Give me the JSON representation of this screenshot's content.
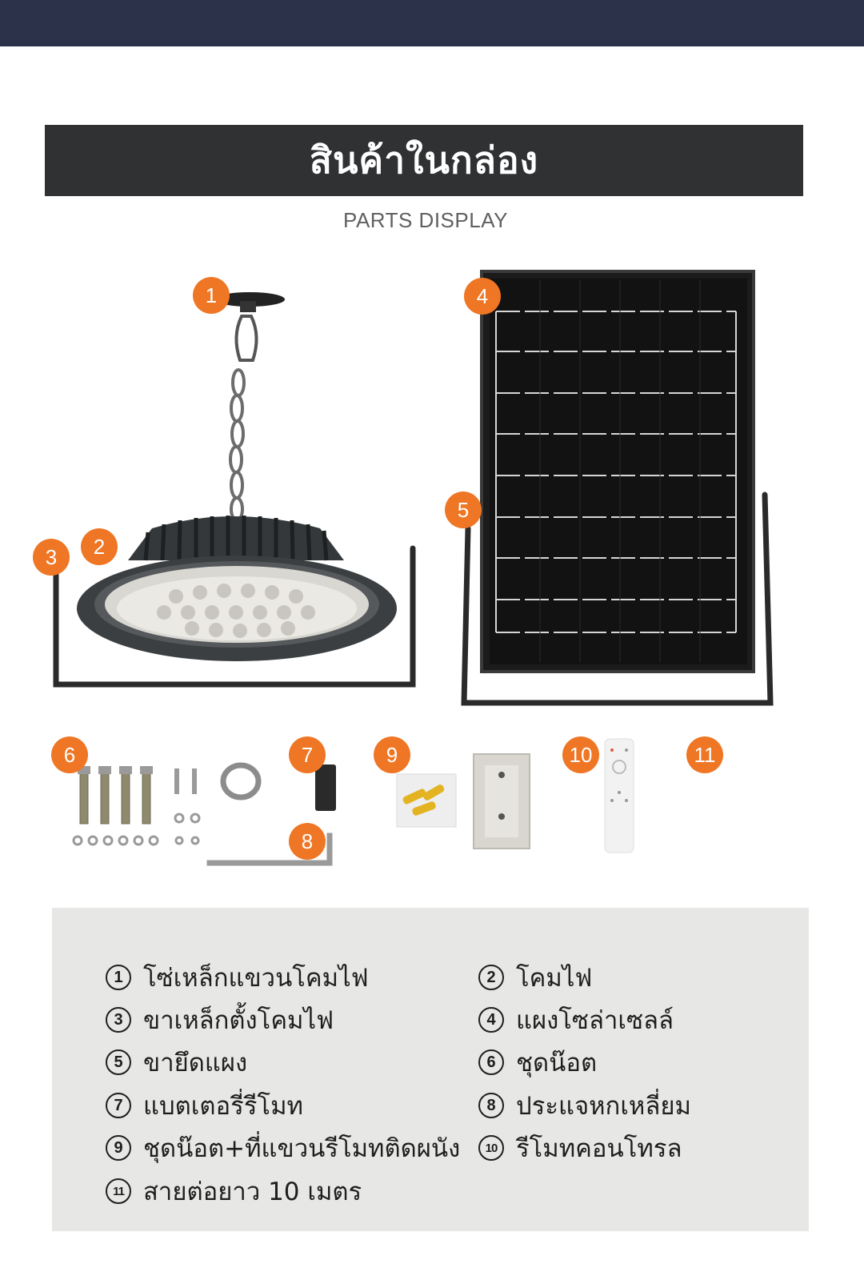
{
  "header": {
    "title": "สินค้าในกล่อง",
    "subtitle": "PARTS DISPLAY"
  },
  "colors": {
    "top_bar": "#2c324a",
    "title_bar": "#2f3133",
    "badge": "#ee7624",
    "legend_bg": "#e7e7e6"
  },
  "badges": [
    "1",
    "2",
    "3",
    "4",
    "5",
    "6",
    "7",
    "8",
    "9",
    "10",
    "11"
  ],
  "parts": [
    {
      "num": "1",
      "label": "โซ่เหล็กแขวนโคมไฟ"
    },
    {
      "num": "2",
      "label": "โคมไฟ"
    },
    {
      "num": "3",
      "label": "ขาเหล็กตั้งโคมไฟ"
    },
    {
      "num": "4",
      "label": "แผงโซล่าเซลล์"
    },
    {
      "num": "5",
      "label": "ขายึดแผง"
    },
    {
      "num": "6",
      "label": "ชุดน๊อต"
    },
    {
      "num": "7",
      "label": "แบตเตอรี่รีโมท"
    },
    {
      "num": "8",
      "label": "ประแจหกเหลี่ยม"
    },
    {
      "num": "9",
      "label": "ชุดน๊อต+ที่แขวนรีโมทติดผนัง"
    },
    {
      "num": "10",
      "label": "รีโมทคอนโทรล"
    },
    {
      "num": "11",
      "label": "สายต่อยาว 10 เมตร"
    }
  ]
}
